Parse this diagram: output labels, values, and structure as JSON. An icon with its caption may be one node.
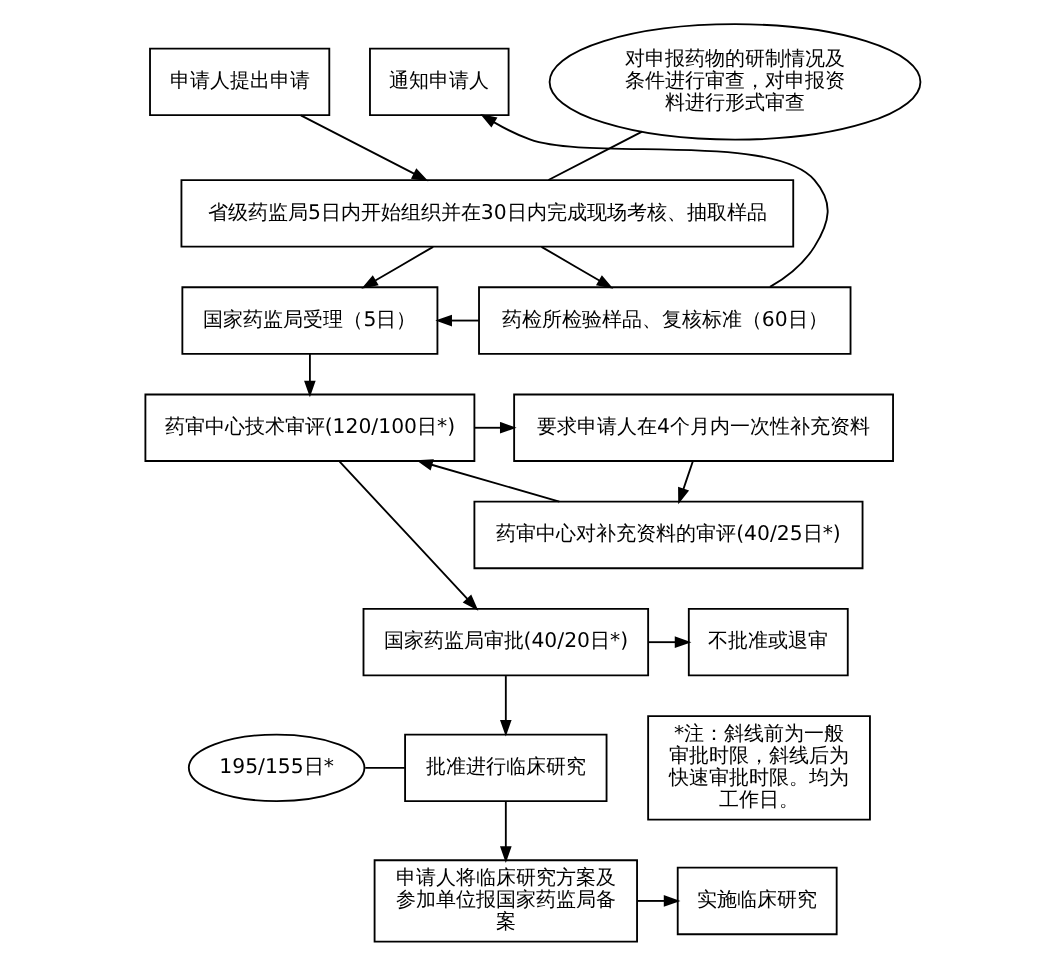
{
  "diagram": {
    "nodes": [
      {
        "text": [
          "申请人提出申请"
        ]
      },
      {
        "text": [
          "对申报药物的研制情况及条件进行审查，对申报资料进行形式审查"
        ]
      },
      {
        "text": [
          "省级药监局5日内开始组织并在30日内完成现场考核、抽取样品"
        ]
      },
      {
        "text": [
          "通知申请人"
        ]
      },
      {
        "text": [
          "国家药监局受理（5日）"
        ]
      },
      {
        "text": [
          "药检所检验样品、复核标准（60日）"
        ]
      },
      {
        "text": [
          "药审中心技术审评(120/100日*)"
        ]
      },
      {
        "text": [
          "要求申请人在4个月内一次性补充资料"
        ]
      },
      {
        "text": [
          "药审中心对补充资料的审评(40/25日*)"
        ]
      },
      {
        "text": [
          "不批准或退审"
        ]
      },
      {
        "text": [
          "国家药监局审批(40/20日*)"
        ]
      },
      {
        "text": [
          "批准进行临床研究"
        ]
      },
      {
        "text": [
          "195/155日*"
        ]
      },
      {
        "text": [
          "申请人将临床研究方案及参加单位报国家药监局备案"
        ]
      },
      {
        "text": [
          "实施临床研究"
        ]
      },
      {
        "text": [
          "*注：斜线前为一般审批时限，斜线后为快速审批时限。均为工作日。"
        ]
      }
    ],
    "edges": [
      {
        "from": 0,
        "to": 2,
        "arrow": "to"
      },
      {
        "from": 1,
        "to": 2,
        "arrow": "none"
      },
      {
        "from": 2,
        "to": 4,
        "arrow": "to"
      },
      {
        "from": 2,
        "to": 5,
        "arrow": "to"
      },
      {
        "from": 5,
        "to": 4,
        "arrow": "to"
      },
      {
        "from": 5,
        "to": 3,
        "arrow": "to"
      },
      {
        "from": 4,
        "to": 6,
        "arrow": "to"
      },
      {
        "from": 6,
        "to": 7,
        "arrow": "to"
      },
      {
        "from": 7,
        "to": 8,
        "arrow": "to"
      },
      {
        "from": 8,
        "to": 6,
        "arrow": "to"
      },
      {
        "from": 6,
        "to": 10,
        "arrow": "to"
      },
      {
        "from": 10,
        "to": 9,
        "arrow": "to"
      },
      {
        "from": 10,
        "to": 11,
        "arrow": "to"
      },
      {
        "from": 12,
        "to": 11,
        "arrow": "none"
      },
      {
        "from": 11,
        "to": 13,
        "arrow": "to"
      },
      {
        "from": 13,
        "to": 14,
        "arrow": "to"
      }
    ]
  }
}
